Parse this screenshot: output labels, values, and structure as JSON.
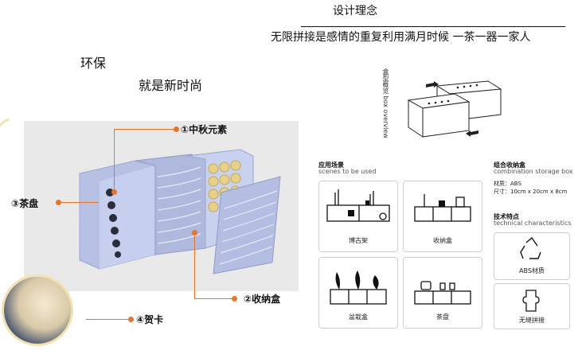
{
  "design": {
    "title": "设计理念",
    "text": "无限拼接是感情的重复利用满月时候 一茶一器一家人"
  },
  "eco": {
    "line1": "环保",
    "line2": "就是新时尚"
  },
  "callouts": {
    "c1": "①中秋元素",
    "c2": "②收纳盒",
    "c3": "③茶盘",
    "c4": "④贺卡"
  },
  "overview": {
    "cn": "盒型概览",
    "en": "box overview"
  },
  "scenes": {
    "title": "应用场景",
    "subtitle": "scenes to be used",
    "items": [
      {
        "label": "博古架",
        "icon": "shelf-icon"
      },
      {
        "label": "收纳盒",
        "icon": "storage-box-icon"
      },
      {
        "label": "盆栽盒",
        "icon": "planter-icon"
      },
      {
        "label": "茶盘",
        "icon": "tea-tray-icon"
      }
    ]
  },
  "combination": {
    "title": "组合收纳盒",
    "subtitle": "combination storage box",
    "material": "材质：ABS",
    "size": "尺寸：10cm x 20cm x 8cm"
  },
  "tech": {
    "title": "技术特点",
    "subtitle": "technical characteristics",
    "items": [
      {
        "label": "ABS材质",
        "icon": "recycle-icon"
      },
      {
        "label": "无缝拼接",
        "icon": "puzzle-icon"
      }
    ]
  },
  "colors": {
    "accent": "#e8742a",
    "box": "#b9c4e6",
    "line": "#111111"
  }
}
